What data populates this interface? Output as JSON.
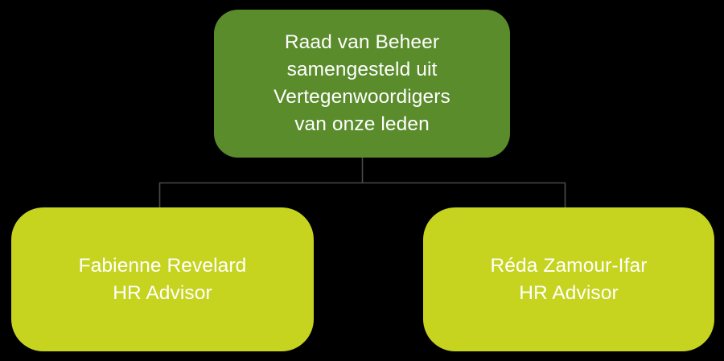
{
  "chart": {
    "type": "org-chart",
    "background_color": "#000000",
    "connector_color": "#4a4a4a",
    "text_color": "#ffffff",
    "root": {
      "label": "Raad van Beheer\nsamengesteld uit\nVertegenwoordigers\nvan onze leden",
      "lines": [
        "Raad van Beheer",
        "samengesteld uit",
        "Vertegenwoordigers",
        "van onze leden"
      ],
      "fill_color": "#5a8c2c"
    },
    "children": [
      {
        "label": "Fabienne Revelard\nHR Advisor",
        "name": "Fabienne Revelard",
        "role": "HR Advisor",
        "fill_color": "#c6d420"
      },
      {
        "label": "Réda Zamour-Ifar\nHR Advisor",
        "name": "Réda Zamour-Ifar",
        "role": "HR Advisor",
        "fill_color": "#c6d420"
      }
    ]
  }
}
